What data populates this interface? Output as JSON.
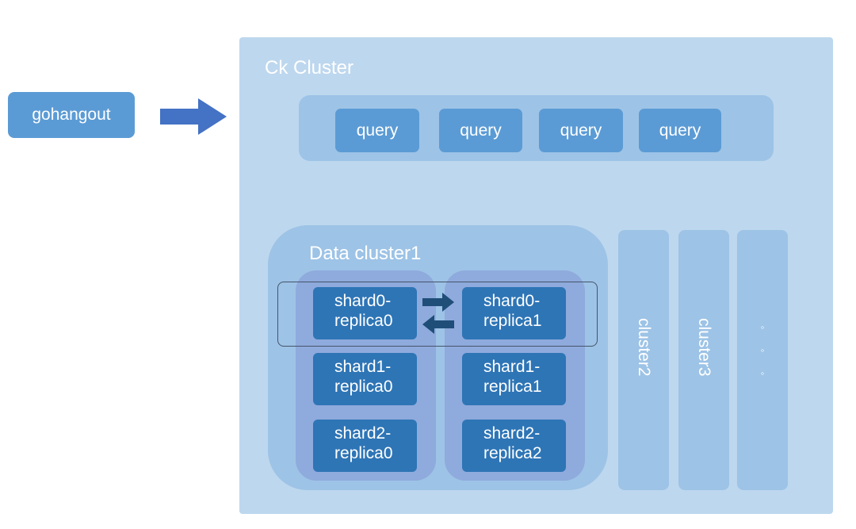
{
  "source": {
    "label": "gohangout"
  },
  "ck_cluster": {
    "title": "Ck Cluster",
    "queries": [
      "query",
      "query",
      "query",
      "query"
    ]
  },
  "data_cluster": {
    "title": "Data cluster1",
    "shards": [
      {
        "l1": "shard0-",
        "l2": "replica0"
      },
      {
        "l1": "shard0-",
        "l2": "replica1"
      },
      {
        "l1": "shard1-",
        "l2": "replica0"
      },
      {
        "l1": "shard1-",
        "l2": "replica1"
      },
      {
        "l1": "shard2-",
        "l2": "replica0"
      },
      {
        "l1": "shard2-",
        "l2": "replica2"
      }
    ]
  },
  "other_clusters": {
    "cluster2": "cluster2",
    "cluster3": "cluster3",
    "more": [
      "◦",
      "◦",
      "◦"
    ]
  },
  "colors": {
    "ck_cluster_bg": "#bdd7ee",
    "box_blue": "#5b9bd5",
    "strip_blue": "#9dc3e6",
    "replica_column": "#8faadc",
    "shard_blue": "#2e75b6",
    "arrow_blue": "#4472c4",
    "sync_arrow": "#1f4e79"
  }
}
